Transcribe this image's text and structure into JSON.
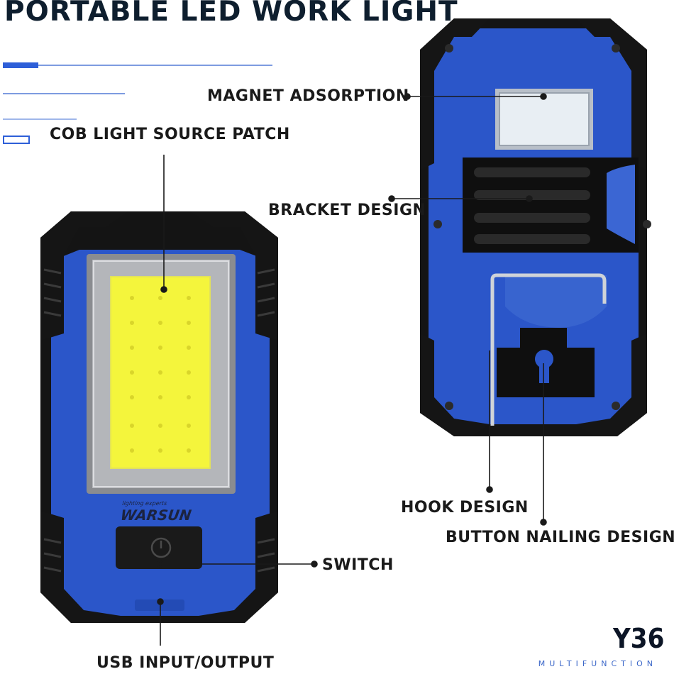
{
  "title": "PORTABLE LED WORK LIGHT",
  "labels": {
    "cob": "COB LIGHT SOURCE PATCH",
    "magnet": "MAGNET ADSORPTION",
    "bracket": "BRACKET DESIGN",
    "hook": "HOOK DESIGN",
    "button_nail": "BUTTON NAILING DESIGN",
    "switch": "SWITCH",
    "usb": "USB INPUT/OUTPUT"
  },
  "logo": {
    "brand": "WARSUN",
    "tagline": "lighting experts"
  },
  "brand": {
    "model": "Y36",
    "subtitle": "MULTIFUNCTION"
  },
  "colors": {
    "body_blue": "#2b56c9",
    "rubber": "#121212",
    "cob_yellow": "#f4f53c",
    "accent_line": "#2e5fd8"
  }
}
